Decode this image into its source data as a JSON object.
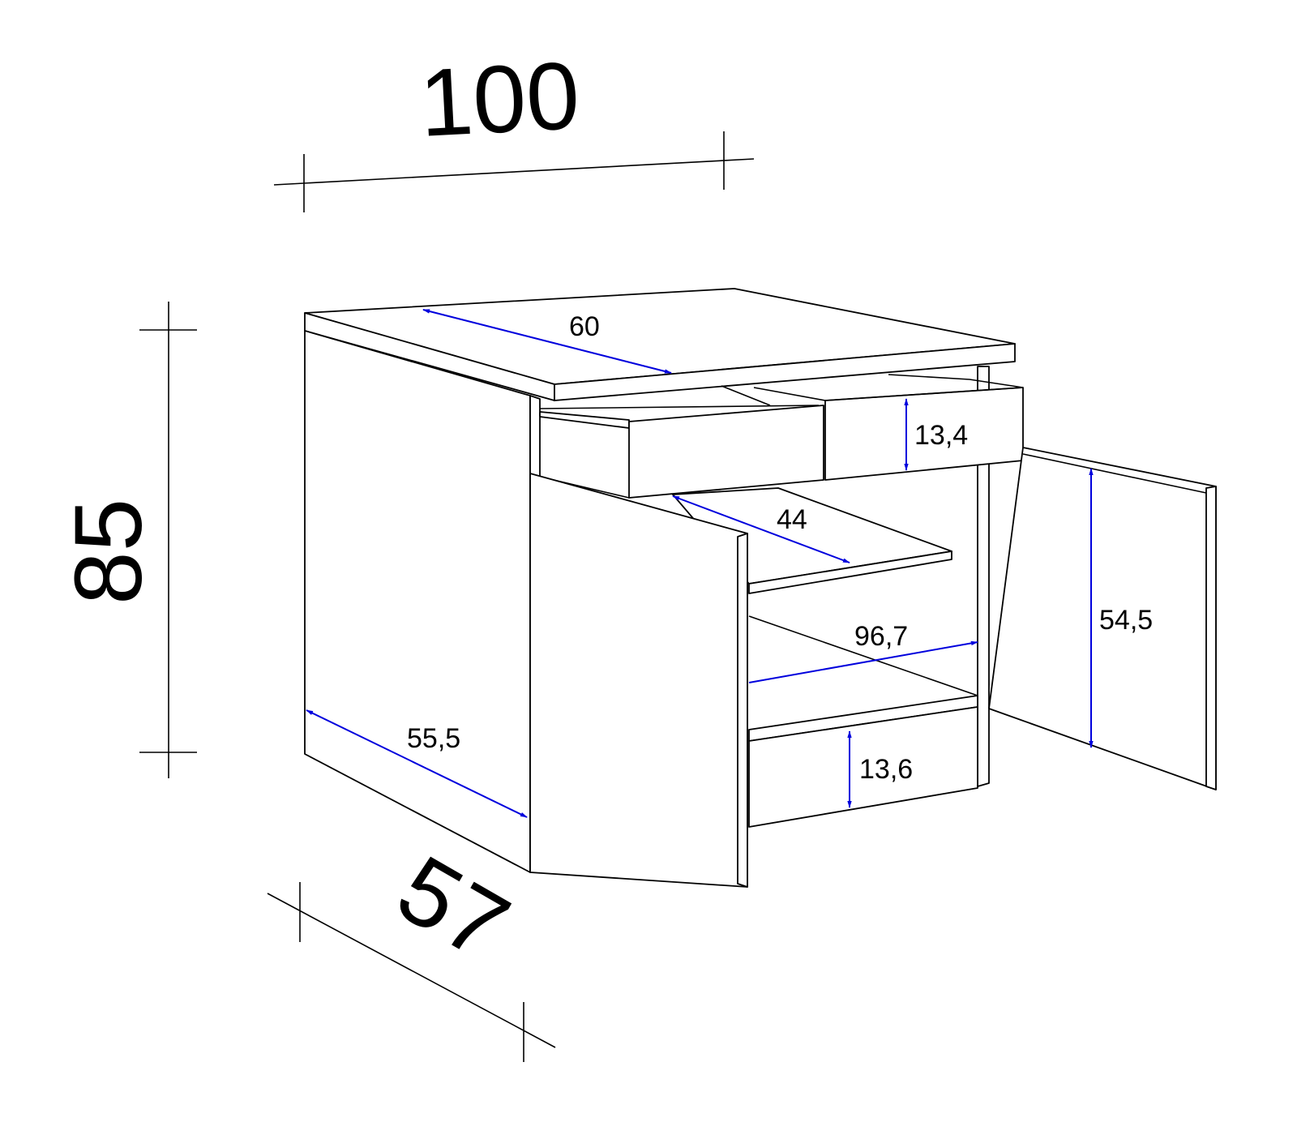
{
  "colors": {
    "line": "#000000",
    "inner_dimension": "#0000dd",
    "background": "#ffffff"
  },
  "overall": {
    "width": "100",
    "height": "85",
    "depth": "57"
  },
  "inner": {
    "top_depth": "60",
    "drawer_height": "13,4",
    "shelf_depth": "44",
    "inner_width": "96,7",
    "door_height": "54,5",
    "side_depth": "55,5",
    "plinth_height": "13,6"
  }
}
